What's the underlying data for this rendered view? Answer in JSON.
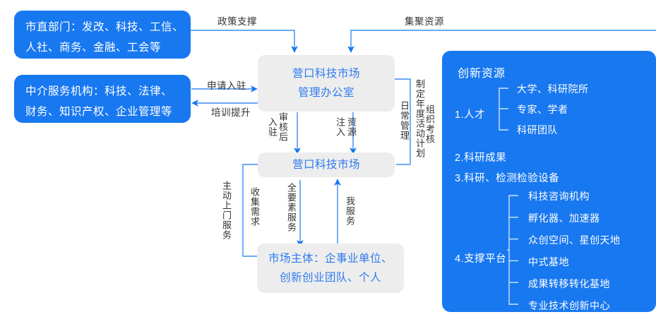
{
  "colors": {
    "blue": "#1878F0",
    "grey": "#EDEDED",
    "wire": "#3D8BF2",
    "box_text": "#2E7BEF",
    "label_text": "#333333"
  },
  "left_boxes": [
    {
      "name": "city-departments",
      "lines": [
        "市直部门：发改、科技、工信、",
        "人社、商务、金融、工会等"
      ]
    },
    {
      "name": "intermediary-agencies",
      "lines": [
        "中介服务机构：科技、法律、",
        "财务、知识产权、企业管理等"
      ]
    }
  ],
  "center_boxes": [
    {
      "name": "management-office",
      "lines": [
        "营口科技市场",
        "管理办公室"
      ]
    },
    {
      "name": "tech-market",
      "lines": [
        "营口科技市场"
      ]
    },
    {
      "name": "market-subjects",
      "lines": [
        "市场主体：企事业单位、",
        "创新创业团队、个人"
      ]
    }
  ],
  "connector_labels": {
    "policy_support": "政策支撑",
    "gather_resources": "集聚资源",
    "apply_entry": "申请入驻",
    "training_upgrade": "培训提升",
    "entry": "入驻",
    "after_review": "审核后",
    "inject": "注入",
    "resources": "资源",
    "daily_management": "日常管理",
    "annual_plan": "制定年度活动计划",
    "organize_assessment": "组织考核",
    "proactive_service": "主动上门服务",
    "collect_demand": "收集需求",
    "full_element_service": "全要素服务",
    "i_serve": "我服务"
  },
  "right_panel": {
    "title": "创新资源",
    "groups": [
      {
        "name": "talent",
        "label": "1.人才",
        "children": [
          "大学、科研院所",
          "专家、学者",
          "科研团队"
        ]
      },
      {
        "name": "research-results",
        "label": "2.科研成果",
        "children": []
      },
      {
        "name": "research-testing-equipment",
        "label": "3.科研、检测检验设备",
        "children": []
      },
      {
        "name": "support-platform",
        "label": "4.支撑平台",
        "children": [
          "科技咨询机构",
          "孵化器、加速器",
          "众创空间、星创天地",
          "中式基地",
          "成果转移转化基地",
          "专业技术创新中心"
        ]
      }
    ]
  }
}
